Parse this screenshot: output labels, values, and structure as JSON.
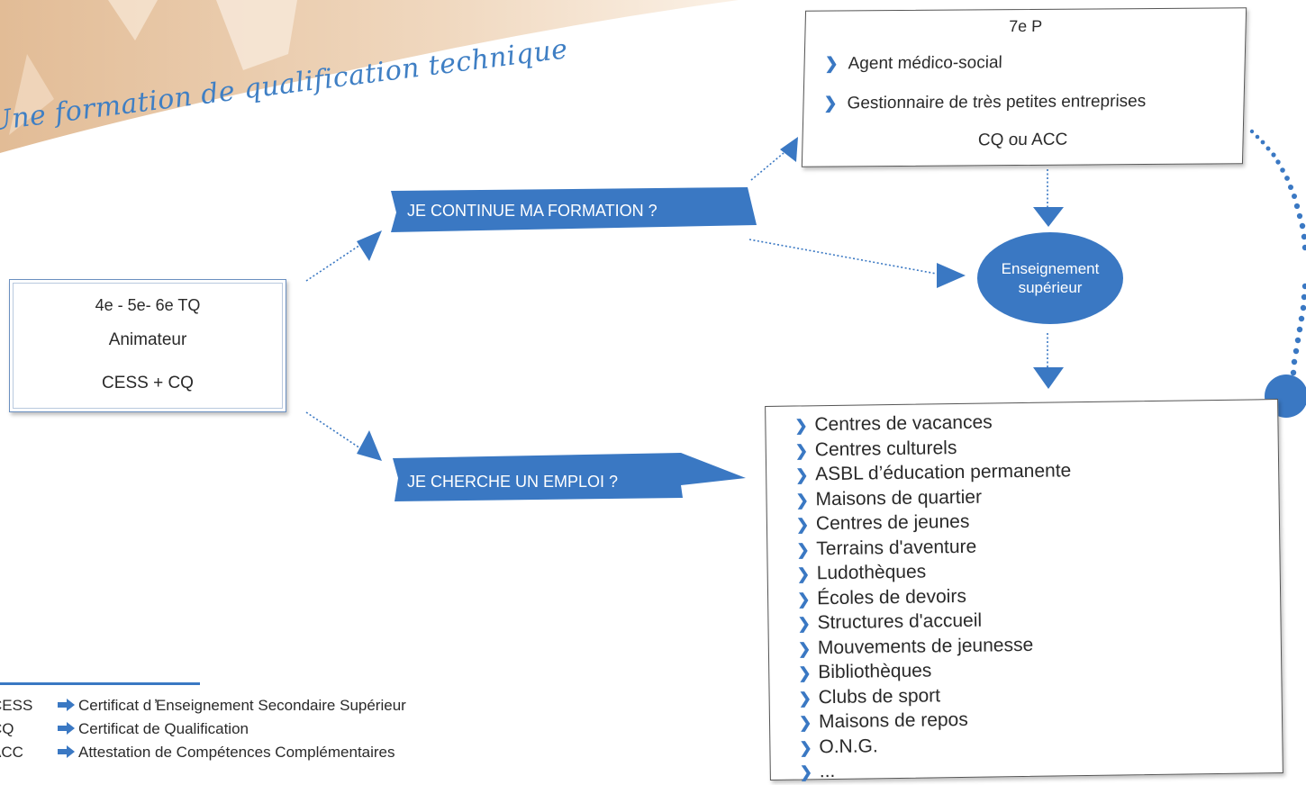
{
  "title": "Une formation de qualification technique",
  "start_box": {
    "level": "4e - 5e- 6e TQ",
    "profession": "Animateur",
    "diploma": "CESS + CQ"
  },
  "callouts": {
    "continue": "JE CONTINUE MA FORMATION ?",
    "search": "JE CHERCHE UN EMPLOI ?"
  },
  "box_7p": {
    "header": "7e P",
    "items": [
      "Agent médico-social",
      "Gestionnaire de très petites entreprises"
    ],
    "footer": "CQ ou ACC"
  },
  "higher_ed": {
    "line1": "Enseignement",
    "line2": "supérieur"
  },
  "jobs": [
    "Centres de vacances",
    "Centres culturels",
    "ASBL d’éducation permanente",
    "Maisons de quartier",
    "Centres de jeunes",
    "Terrains d'aventure",
    "Ludothèques",
    "Écoles de devoirs",
    "Structures d'accueil",
    "Mouvements de jeunesse",
    "Bibliothèques",
    "Clubs de sport",
    "Maisons de repos",
    "O.N.G.",
    "..."
  ],
  "legend": [
    {
      "abbr": "CESS",
      "definition": "Certificat d ̓Enseignement Secondaire Supérieur"
    },
    {
      "abbr": "CQ",
      "definition": "Certificat de Qualification"
    },
    {
      "abbr": "ACC",
      "definition": "Attestation de Compétences Complémentaires"
    }
  ],
  "colors": {
    "accent_blue": "#3a78c3",
    "title_blue": "#3f7fc4",
    "deco_tan": "#e8c9a8"
  }
}
